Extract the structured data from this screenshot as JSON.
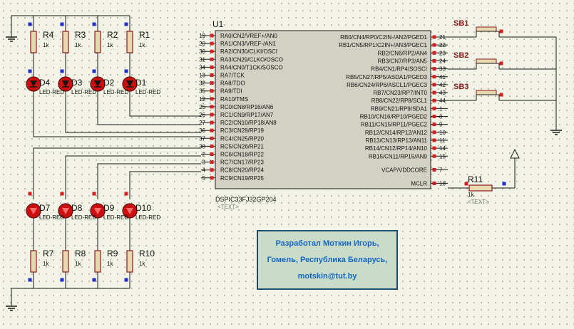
{
  "colors": {
    "background": "#f2f2e6",
    "wire": "#1a1a1a",
    "component": "#8b1a1a",
    "pin": "#d62020",
    "pin_alt": "#2330c8",
    "chip_fill": "#d3d1c4",
    "led": "#cc1010",
    "note_fill": "#c9dcc9",
    "note_border": "#1b4f72",
    "note_text": "#1565c0"
  },
  "chip": {
    "ref": "U1",
    "part": "DSPIC33FJ32GP204",
    "text_tag": "<TEXT>",
    "left_pins": [
      {
        "num": "19",
        "name": "RA0/CN2/VREF+/AN0"
      },
      {
        "num": "20",
        "name": "RA1/CN3/VREF-/AN1"
      },
      {
        "num": "30",
        "name": "RA2/CN30/CLKI/OSCI"
      },
      {
        "num": "31",
        "name": "RA3/CN29/CLKO/OSCO"
      },
      {
        "num": "34",
        "name": "RA4/CN0/T1CK/SOSCO"
      },
      {
        "num": "13",
        "name": "RA7/TCK"
      },
      {
        "num": "32",
        "name": "RA8/TDO"
      },
      {
        "num": "35",
        "name": "RA9/TDI"
      },
      {
        "num": "12",
        "name": "RA10/TMS"
      },
      {
        "num": "25",
        "name": "RC0/CN8/RP16/AN6"
      },
      {
        "num": "26",
        "name": "RC1/CN9/RP17/AN7"
      },
      {
        "num": "27",
        "name": "RC2/CN10/RP18/AN8"
      },
      {
        "num": "36",
        "name": "RC3/CN28/RP19"
      },
      {
        "num": "37",
        "name": "RC4/CN25/RP20"
      },
      {
        "num": "38",
        "name": "RC5/CN26/RP21"
      },
      {
        "num": "2",
        "name": "RC6/CN18/RP22"
      },
      {
        "num": "3",
        "name": "RC7/CN17/RP23"
      },
      {
        "num": "4",
        "name": "RC8/CN20/RP24"
      },
      {
        "num": "5",
        "name": "RC9/CN19/RP25"
      }
    ],
    "right_pins": [
      {
        "num": "21",
        "name": "RB0/CN4/RP0/C2IN-/AN2/PGED1"
      },
      {
        "num": "22",
        "name": "RB1/CN5/RP1/C2IN+/AN3/PGEC1"
      },
      {
        "num": "23",
        "name": "RB2/CN6/RP2/AN4"
      },
      {
        "num": "24",
        "name": "RB3/CN7/RP3/AN5"
      },
      {
        "num": "33",
        "name": "RB4/CN1/RP4/SOSCI"
      },
      {
        "num": "41",
        "name": "RB5/CN27/RP5/ASDA1/PGED3"
      },
      {
        "num": "42",
        "name": "RB6/CN24/RP6/ASCL1/PGEC3"
      },
      {
        "num": "43",
        "name": "RB7/CN23/RP7/INT0"
      },
      {
        "num": "44",
        "name": "RB8/CN22/RP8/SCL1"
      },
      {
        "num": "1",
        "name": "RB9/CN21/RP9/SDA1"
      },
      {
        "num": "8",
        "name": "RB10/CN16/RP10/PGED2"
      },
      {
        "num": "9",
        "name": "RB11/CN15/RP11/PGEC2"
      },
      {
        "num": "10",
        "name": "RB12/CN14/RP12/AN12"
      },
      {
        "num": "11",
        "name": "RB13/CN13/RP13/AN11"
      },
      {
        "num": "14",
        "name": "RB14/CN12/RP14/AN10"
      },
      {
        "num": "15",
        "name": "RB15/CN11/RP15/AN9"
      },
      {
        "num": "7",
        "name": "VCAP/VDDCORE"
      },
      {
        "num": "18",
        "name": "MCLR"
      }
    ]
  },
  "resistors_top": [
    {
      "ref": "R4",
      "value": "1k"
    },
    {
      "ref": "R3",
      "value": "1k"
    },
    {
      "ref": "R2",
      "value": "1k"
    },
    {
      "ref": "R1",
      "value": "1k"
    }
  ],
  "resistors_bottom": [
    {
      "ref": "R7",
      "value": "1k"
    },
    {
      "ref": "R8",
      "value": "1k"
    },
    {
      "ref": "R9",
      "value": "1k"
    },
    {
      "ref": "R10",
      "value": "1k"
    }
  ],
  "resistor_mclr": {
    "ref": "R11",
    "value": "1k"
  },
  "leds_top": [
    {
      "ref": "D4",
      "type": "LED-RED"
    },
    {
      "ref": "D3",
      "type": "LED-RED"
    },
    {
      "ref": "D2",
      "type": "LED-RED"
    },
    {
      "ref": "D1",
      "type": "LED-RED"
    }
  ],
  "leds_bottom": [
    {
      "ref": "D7",
      "type": "LED-RED"
    },
    {
      "ref": "D8",
      "type": "LED-RED"
    },
    {
      "ref": "D9",
      "type": "LED-RED"
    },
    {
      "ref": "D10",
      "type": "LED-RED"
    }
  ],
  "switches": [
    {
      "ref": "SB1"
    },
    {
      "ref": "SB2"
    },
    {
      "ref": "SB3"
    }
  ],
  "text_tag": "<TEXT>",
  "note": {
    "line1": "Разработал Моткин Игорь,",
    "line2": "Гомель, Республика Беларусь,",
    "line3": "motskin@tut.by"
  }
}
